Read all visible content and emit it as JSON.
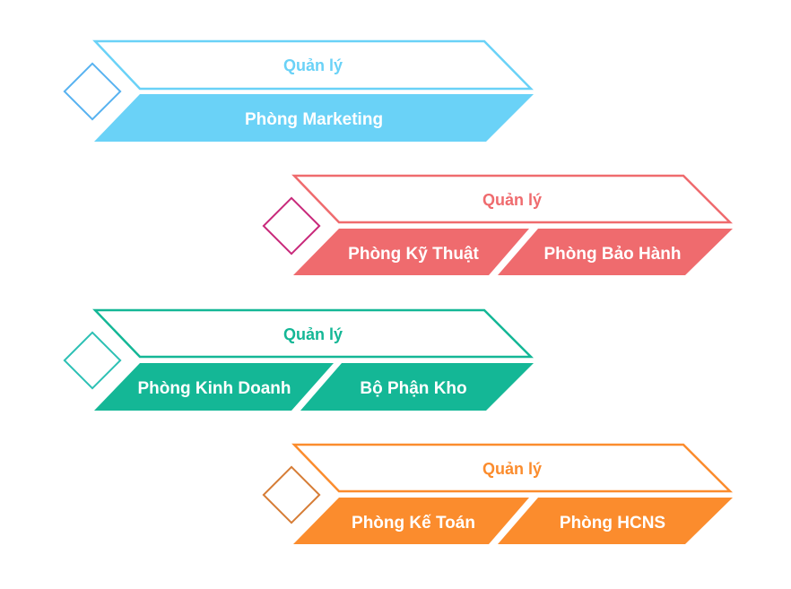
{
  "groups": [
    {
      "header": "Quản lý",
      "departments": [
        "Phòng Marketing"
      ],
      "color": "#6ad2f7",
      "diamond_color": "#57b2f0"
    },
    {
      "header": "Quản lý",
      "departments": [
        "Phòng Kỹ Thuật",
        "Phòng Bảo Hành"
      ],
      "color": "#ef6b6e",
      "diamond_color": "#c8287a"
    },
    {
      "header": "Quản lý",
      "departments": [
        "Phòng Kinh Doanh",
        "Bộ Phận Kho"
      ],
      "color": "#14b796",
      "diamond_color": "#2cc0b4"
    },
    {
      "header": "Quản lý",
      "departments": [
        "Phòng Kế Toán",
        "Phòng HCNS"
      ],
      "color": "#fb8c2d",
      "diamond_color": "#d67c35"
    }
  ]
}
